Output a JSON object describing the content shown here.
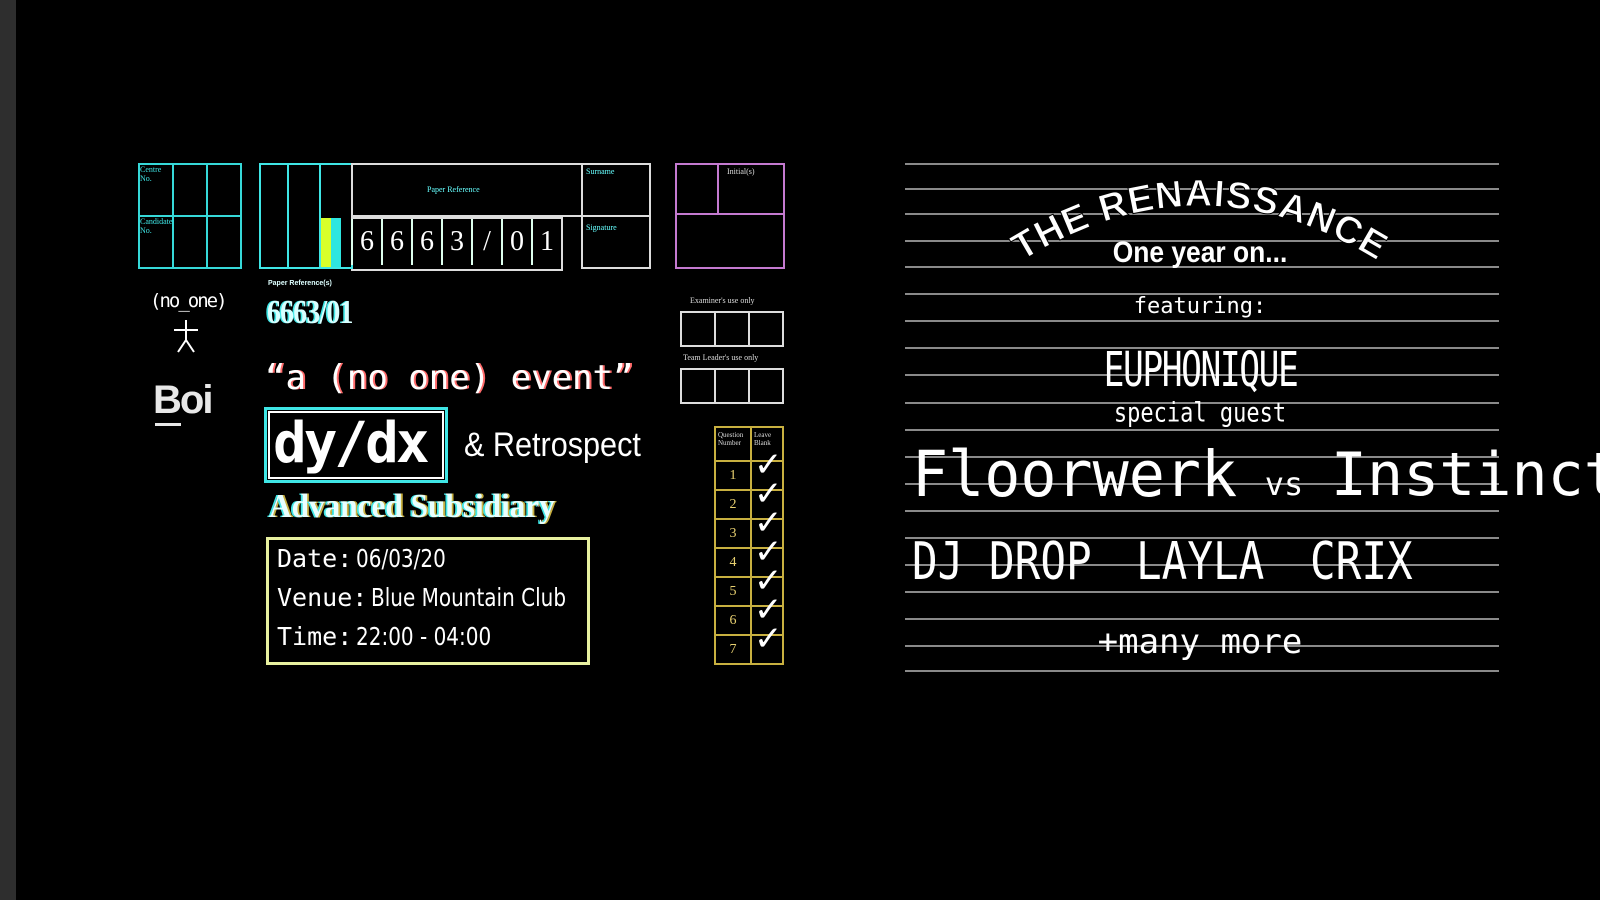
{
  "left_flyer": {
    "centre_box": {
      "label_centre": "Centre No.",
      "label_candidate": "Candidate No."
    },
    "ref_box": {
      "label_paper_reference": "Paper Reference",
      "label_surname": "Surname",
      "label_signature": "Signature",
      "digits": [
        "6",
        "6",
        "6",
        "3",
        "/",
        "0",
        "1"
      ]
    },
    "initials_label": "Initial(s)",
    "examiner_label": "Examiner's use only",
    "team_leader_label": "Team Leader's use only",
    "paper_ref_small": "Paper Reference(s)",
    "paper_code": "6663/01",
    "logo_text": "(no_one)",
    "boi_logo": "Boi",
    "tagline": "“a (no one) event”",
    "headliner": "dy/dx",
    "headliner_with": "& Retrospect",
    "subtitle": "Advanced Subsidiary",
    "details": {
      "date_label": "Date:",
      "date_value": "06/03/20",
      "venue_label": "Venue:",
      "venue_value": "Blue Mountain Club",
      "time_label": "Time:",
      "time_value": "22:00 - 04:00"
    },
    "question_table": {
      "header_question": "Question Number",
      "header_leave": "Leave Blank",
      "rows": [
        "1",
        "2",
        "3",
        "4",
        "5",
        "6",
        "7"
      ]
    },
    "check_glyph": "✓",
    "colors": {
      "cyan": "#3fe6e6",
      "pink": "#c47ad0",
      "yellow": "#c8b040",
      "red": "#ff6b6b"
    }
  },
  "right_flyer": {
    "arc_title": "THE RENAISSANCE",
    "one_year": "One year on...",
    "featuring": "featuring:",
    "headliner": "EUPHONIQUE",
    "special_guest": "special guest",
    "versus": {
      "left": "Floorwerk",
      "vs": "vs",
      "right": "Instinct"
    },
    "support": [
      "DJ DROP",
      "LAYLA",
      "CRIX"
    ],
    "more": "+many more"
  }
}
